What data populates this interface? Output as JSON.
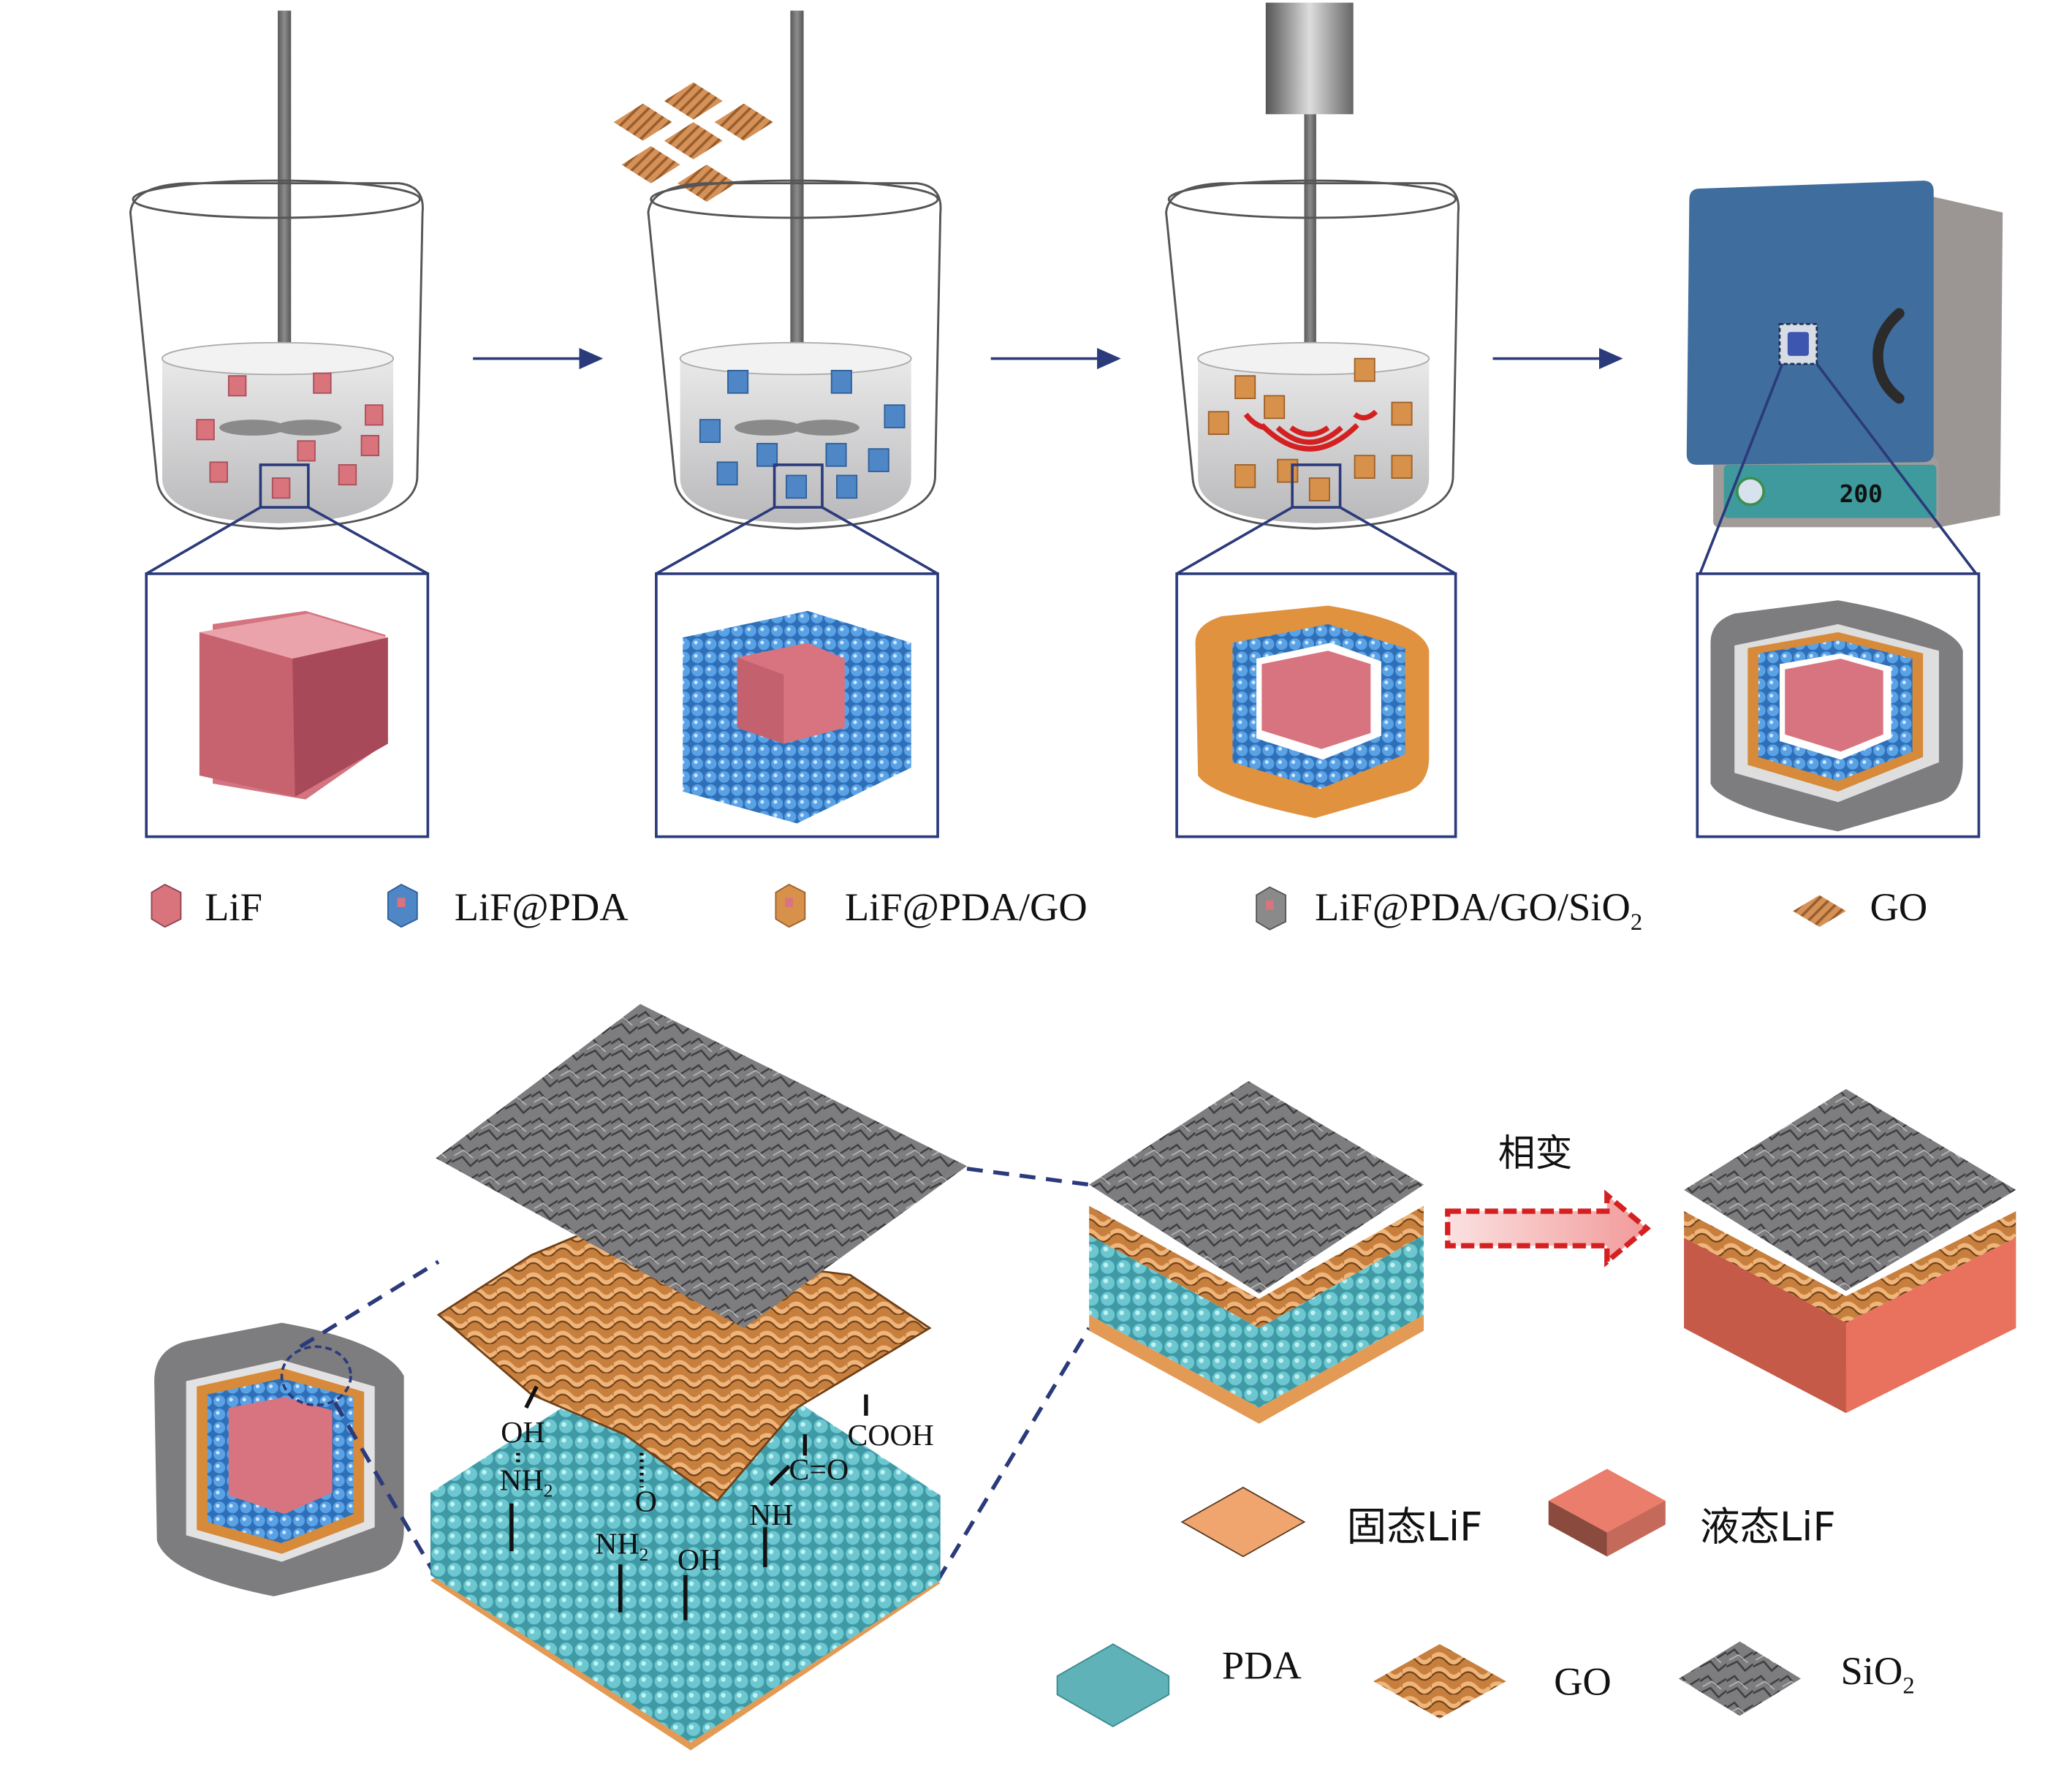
{
  "figure": {
    "process_steps": [
      {
        "id": "step1",
        "description": "LiF particles stirred in solution",
        "particle": "LiF",
        "tool": "stirrer"
      },
      {
        "id": "step2",
        "description": "PDA coating with GO sheets added",
        "particle": "LiF@PDA",
        "tool": "stirrer",
        "additive": "GO"
      },
      {
        "id": "step3",
        "description": "Ultrasonication",
        "particle": "LiF@PDA/GO",
        "tool": "ultrasonic probe"
      },
      {
        "id": "step4",
        "description": "Oven heating",
        "particle": "LiF@PDA/GO/SiO2",
        "tool": "oven"
      }
    ],
    "oven_display": "200",
    "legend_top": [
      {
        "label": "LiF",
        "color": "#d9737c",
        "sub": ""
      },
      {
        "label": "LiF@PDA",
        "color": "#4f86c6",
        "sub": ""
      },
      {
        "label": "LiF@PDA/GO",
        "color": "#d8914a",
        "sub": ""
      },
      {
        "label": "LiF@PDA/GO/SiO",
        "color": "#8a8a8a",
        "sub": "2"
      },
      {
        "label": "GO",
        "color": "#c98a4f",
        "sub": ""
      }
    ],
    "chem_labels": {
      "oh_left": "OH",
      "nh2_left": "NH",
      "nh2_left_sub": "2",
      "o_mid": "O",
      "nh2_mid": "NH",
      "nh2_mid_sub": "2",
      "oh_mid": "OH",
      "nh": "NH",
      "co": "C=O",
      "cooh": "COOH"
    },
    "phase_change_label": "相变",
    "legend_bottom": [
      {
        "label": "固态LiF",
        "color": "#f0a56e",
        "sub": ""
      },
      {
        "label": "液态LiF",
        "color": "#ea7d6c",
        "sub": ""
      },
      {
        "label": "PDA",
        "color": "#5fb3b8",
        "sub": ""
      },
      {
        "label": "GO",
        "color": "#d08a47",
        "sub": ""
      },
      {
        "label": "SiO",
        "color": "#8c8c8c",
        "sub": "2"
      }
    ]
  }
}
